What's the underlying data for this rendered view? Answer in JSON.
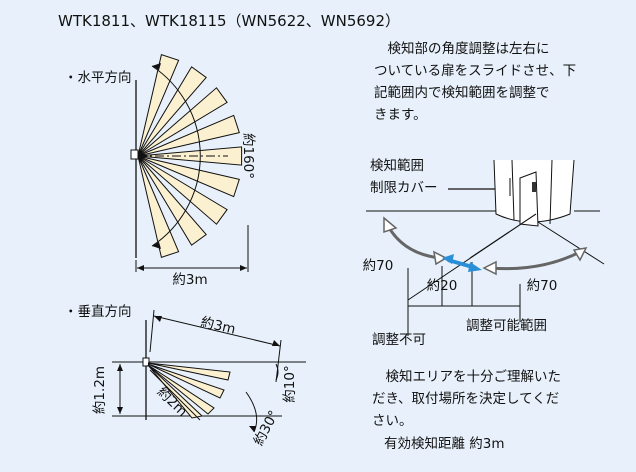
{
  "title": "WTK1811、WTK18115（WN5622、WN5692）",
  "horizontal": {
    "label": "・水平方向",
    "angle": "約160°",
    "distance": "約3m"
  },
  "vertical": {
    "label": "・垂直方向",
    "distance": "約3m",
    "ray": "約2m",
    "height": "約1.2m",
    "angle_upper": "約10°",
    "angle_lower": "約30°"
  },
  "description": [
    "　検知部の角度調整は左右に",
    "ついている扉をスライドさせ、下",
    "記範囲内で検知範囲を調整で",
    "きます。"
  ],
  "adjust": {
    "cover_label_1": "検知範囲",
    "cover_label_2": "制限カバー",
    "left_angle": "約70",
    "center_angle": "約20",
    "right_angle": "約70",
    "not_adjustable": "調整不可",
    "adjustable_range": "調整可能範囲"
  },
  "note": [
    "　検知エリアを十分ご理解いた",
    "だき、取付場所を決定してくだ",
    "さい。"
  ],
  "effective_distance": "有効検知距離 約3m",
  "colors": {
    "background": "#e8f1fb",
    "fan_fill": "#fbf0d0",
    "blue_arrow": "#2b8fd8"
  }
}
